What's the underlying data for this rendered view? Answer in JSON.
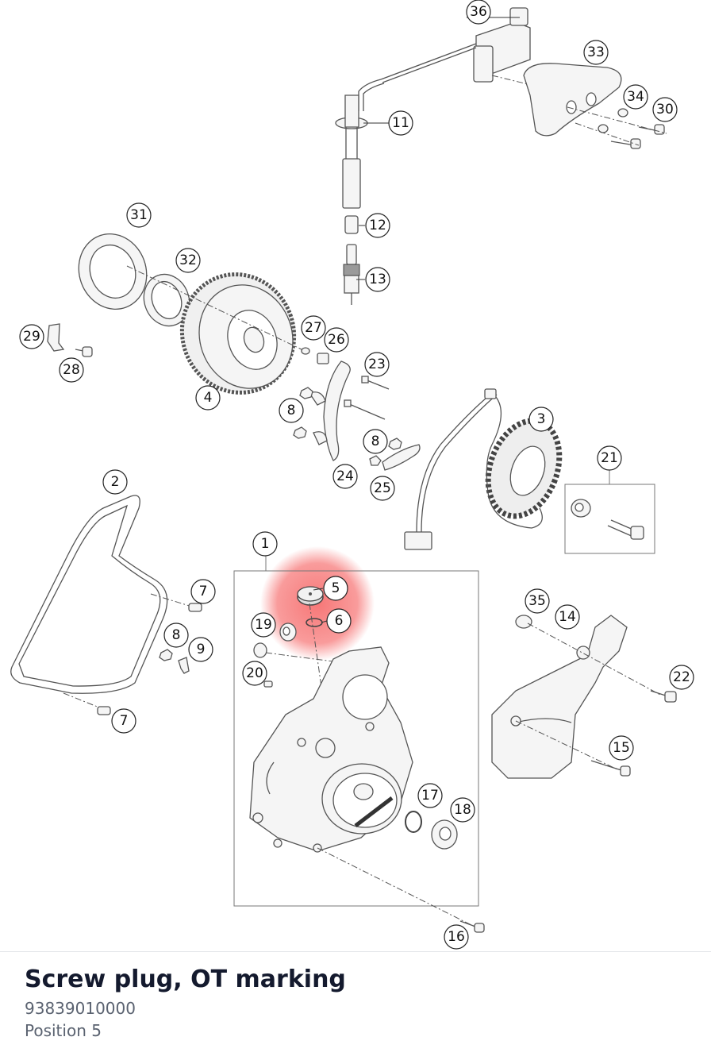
{
  "part": {
    "title": "Screw plug, OT marking",
    "number": "93839010000",
    "position": "Position 5"
  },
  "highlight": {
    "position": "5",
    "color": "#f44a4a"
  },
  "callouts": {
    "c1": "1",
    "c2": "2",
    "c3": "3",
    "c4": "4",
    "c5": "5",
    "c6": "6",
    "c7a": "7",
    "c7b": "7",
    "c8a": "8",
    "c8b": "8",
    "c8c": "8",
    "c9": "9",
    "c11": "11",
    "c12": "12",
    "c13": "13",
    "c14": "14",
    "c15": "15",
    "c16": "16",
    "c17": "17",
    "c18": "18",
    "c19": "19",
    "c20": "20",
    "c21": "21",
    "c22": "22",
    "c23": "23",
    "c24": "24",
    "c25": "25",
    "c26": "26",
    "c27": "27",
    "c28": "28",
    "c29": "29",
    "c30": "30",
    "c31": "31",
    "c32": "32",
    "c33": "33",
    "c34": "34",
    "c35": "35",
    "c36": "36"
  }
}
